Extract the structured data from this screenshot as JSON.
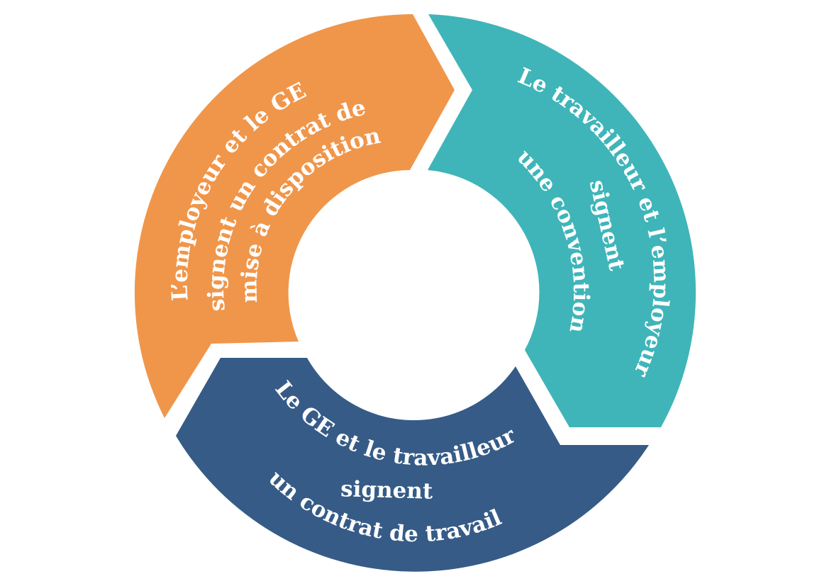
{
  "colors": {
    "background": "#ffffff",
    "segment_orange": "#F0964A",
    "segment_teal": "#3FB5B9",
    "segment_blue": "#365B87",
    "text": "#ffffff"
  },
  "segments": [
    {
      "id": "employer-ge",
      "color": "#F0964A",
      "lines": [
        "L’employeur et le GE",
        "signent un contrat de",
        "mise à disposition"
      ]
    },
    {
      "id": "worker-employer",
      "color": "#3FB5B9",
      "lines": [
        "Le travailleur et l’employeur",
        "signent",
        "une convention"
      ]
    },
    {
      "id": "ge-worker",
      "color": "#365B87",
      "lines": [
        "Le GE et le travailleur",
        "signent",
        "un contrat de travail"
      ]
    }
  ]
}
